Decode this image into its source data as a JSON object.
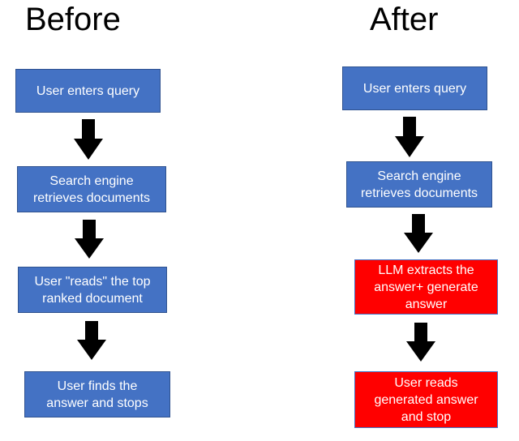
{
  "diagram": {
    "title_left": "Before",
    "title_right": "After",
    "colors": {
      "box_blue": "#4472C4",
      "box_blue_border": "#2F528F",
      "box_red": "#FF0000",
      "box_red_border": "#4472C4",
      "arrow": "#000000",
      "box_text": "#FFFFFF",
      "title_text": "#000000",
      "background": "#FFFFFF"
    },
    "columns": [
      {
        "name": "before",
        "heading": "Before",
        "steps": [
          {
            "label": "User enters query",
            "style": "blue"
          },
          {
            "label": "Search engine\nretrieves documents",
            "style": "blue"
          },
          {
            "label": "User \"reads\" the top\nranked document",
            "style": "blue"
          },
          {
            "label": "User finds the\nanswer and stops",
            "style": "blue"
          }
        ],
        "connectors": [
          "down-arrow-icon",
          "down-arrow-icon",
          "down-arrow-icon"
        ]
      },
      {
        "name": "after",
        "heading": "After",
        "steps": [
          {
            "label": "User enters query",
            "style": "blue"
          },
          {
            "label": "Search engine\nretrieves documents",
            "style": "blue"
          },
          {
            "label": "LLM extracts the\nanswer+ generate\nanswer",
            "style": "red"
          },
          {
            "label": "User reads\ngenerated answer\nand stop",
            "style": "red"
          }
        ],
        "connectors": [
          "down-arrow-icon",
          "down-arrow-icon",
          "down-arrow-icon"
        ]
      }
    ]
  },
  "chart_data": {
    "type": "diagram",
    "title": "Before vs After search flow",
    "flows": [
      {
        "name": "Before",
        "nodes": [
          "User enters query",
          "Search engine retrieves documents",
          "User \"reads\" the top ranked document",
          "User finds the answer and stops"
        ],
        "node_colors": [
          "#4472C4",
          "#4472C4",
          "#4472C4",
          "#4472C4"
        ],
        "edges": [
          [
            0,
            1
          ],
          [
            1,
            2
          ],
          [
            2,
            3
          ]
        ]
      },
      {
        "name": "After",
        "nodes": [
          "User enters query",
          "Search engine retrieves documents",
          "LLM extracts the answer+ generate answer",
          "User reads generated answer and stop"
        ],
        "node_colors": [
          "#4472C4",
          "#4472C4",
          "#FF0000",
          "#FF0000"
        ],
        "edges": [
          [
            0,
            1
          ],
          [
            1,
            2
          ],
          [
            2,
            3
          ]
        ]
      }
    ]
  }
}
